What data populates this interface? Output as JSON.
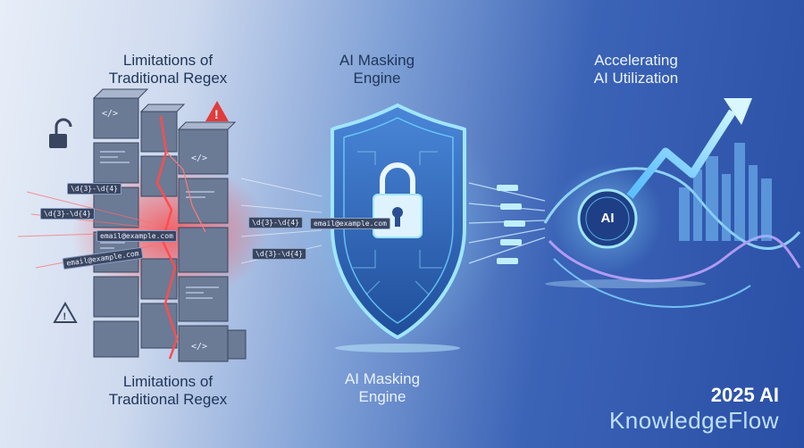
{
  "sections": {
    "left_title": "Limitations of\nTraditional Regex",
    "center_title": "AI Masking\nEngine",
    "right_title": "Accelerating\nAI Utilization",
    "left_caption": "Limitations of\nTraditional Regex",
    "center_caption": "AI Masking\nEngine"
  },
  "brand": {
    "year_label": "2025 AI",
    "name": "KnowledgeFlow"
  },
  "regex_tags": {
    "pattern_1": "\\d{3}-\\d{4}",
    "pattern_2": "\\d{3}-\\d{4}",
    "pattern_3": "\\d{3}-\\d{4}",
    "pattern_4": "\\d{3}-\\d{4}",
    "email_1": "email@example.com",
    "email_2": "email@example.com",
    "email_3": "email@example.com"
  },
  "chip_label": "AI",
  "icons": [
    "warning-icon",
    "lock-open-icon",
    "shield-lock-icon",
    "brain-icon",
    "rising-arrow-icon",
    "code-icon"
  ],
  "colors": {
    "accent_red": "#e23b3b",
    "accent_cyan": "#6fd8ff",
    "deep_blue": "#2a4fa6"
  }
}
